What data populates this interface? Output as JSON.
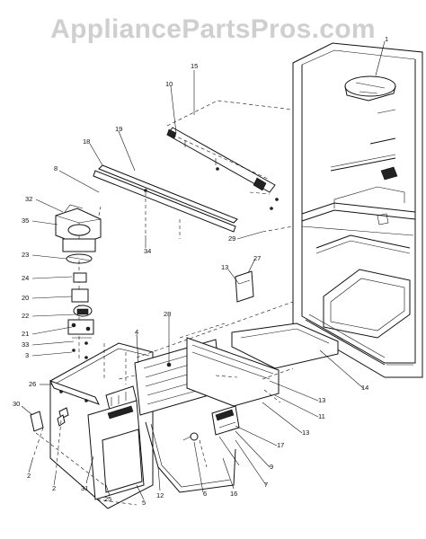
{
  "watermark": "AppliancePartsPros.com",
  "callouts": [
    {
      "key": "c1",
      "text": "1"
    },
    {
      "key": "c15",
      "text": "15"
    },
    {
      "key": "c10",
      "text": "10"
    },
    {
      "key": "c18",
      "text": "18"
    },
    {
      "key": "c19",
      "text": "19"
    },
    {
      "key": "c8",
      "text": "8"
    },
    {
      "key": "c32",
      "text": "32"
    },
    {
      "key": "c35",
      "text": "35"
    },
    {
      "key": "c23",
      "text": "23"
    },
    {
      "key": "c24",
      "text": "24"
    },
    {
      "key": "c20",
      "text": "20"
    },
    {
      "key": "c22",
      "text": "22"
    },
    {
      "key": "c21",
      "text": "21"
    },
    {
      "key": "c33",
      "text": "33"
    },
    {
      "key": "c3",
      "text": "3"
    },
    {
      "key": "c34",
      "text": "34"
    },
    {
      "key": "c29",
      "text": "29"
    },
    {
      "key": "c13a",
      "text": "13"
    },
    {
      "key": "c27",
      "text": "27"
    },
    {
      "key": "c28",
      "text": "28"
    },
    {
      "key": "c4",
      "text": "4"
    },
    {
      "key": "c14",
      "text": "14"
    },
    {
      "key": "c13b",
      "text": "13"
    },
    {
      "key": "c11",
      "text": "11"
    },
    {
      "key": "c13c",
      "text": "13"
    },
    {
      "key": "c26",
      "text": "26"
    },
    {
      "key": "c30",
      "text": "30"
    },
    {
      "key": "c17",
      "text": "17"
    },
    {
      "key": "c9",
      "text": "9"
    },
    {
      "key": "c7",
      "text": "7"
    },
    {
      "key": "c16",
      "text": "16"
    },
    {
      "key": "c6",
      "text": "6"
    },
    {
      "key": "c12",
      "text": "12"
    },
    {
      "key": "c5",
      "text": "5"
    },
    {
      "key": "c25",
      "text": "25"
    },
    {
      "key": "c31",
      "text": "31"
    },
    {
      "key": "c2a",
      "text": "2"
    },
    {
      "key": "c2b",
      "text": "2"
    }
  ]
}
